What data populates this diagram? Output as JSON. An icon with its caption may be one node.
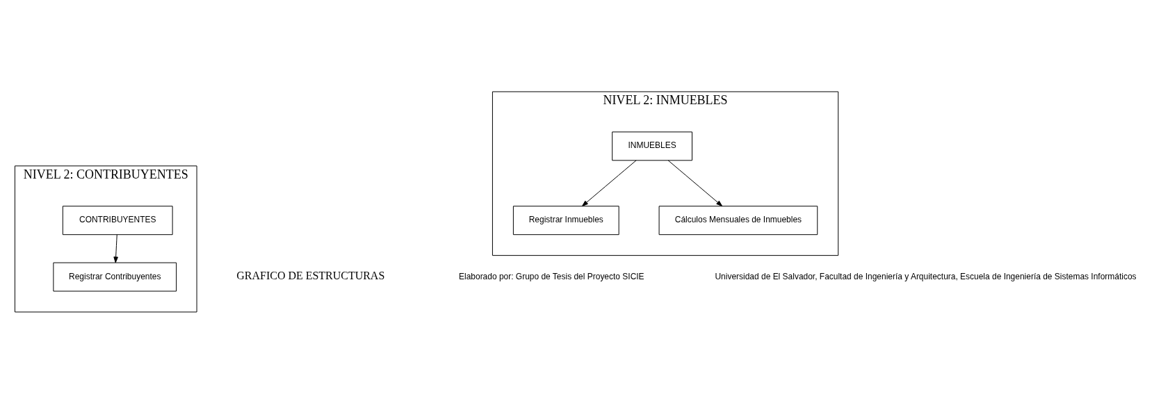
{
  "diagram": {
    "nodes": [
      {
        "text": [
          "NIVEL 2: CONTRIBUYENTES"
        ]
      },
      {
        "text": [
          "CONTRIBUYENTES"
        ],
        "in": 0
      },
      {
        "text": [
          "Registrar Contribuyentes"
        ],
        "in": 0
      },
      {
        "text": [
          "NIVEL 2: INMUEBLES"
        ]
      },
      {
        "text": [
          "INMUEBLES"
        ],
        "in": 3
      },
      {
        "text": [
          "Registrar Inmuebles"
        ],
        "in": 3
      },
      {
        "text": [
          "Cálculos Mensuales de Inmuebles"
        ],
        "in": 3
      }
    ],
    "edges": [
      {
        "from": 1,
        "to": 2,
        "arrow": "to"
      },
      {
        "from": 4,
        "to": 5,
        "arrow": "to"
      },
      {
        "from": 4,
        "to": 6,
        "arrow": "to"
      }
    ],
    "labels": [
      "GRAFICO DE ESTRUCTURAS",
      "Elaborado por: Grupo de Tesis del Proyecto SICIE",
      "Universidad de El Salvador, Facultad de Ingeniería y Arquitectura, Escuela de Ingeniería de Sistemas Informáticos"
    ]
  }
}
